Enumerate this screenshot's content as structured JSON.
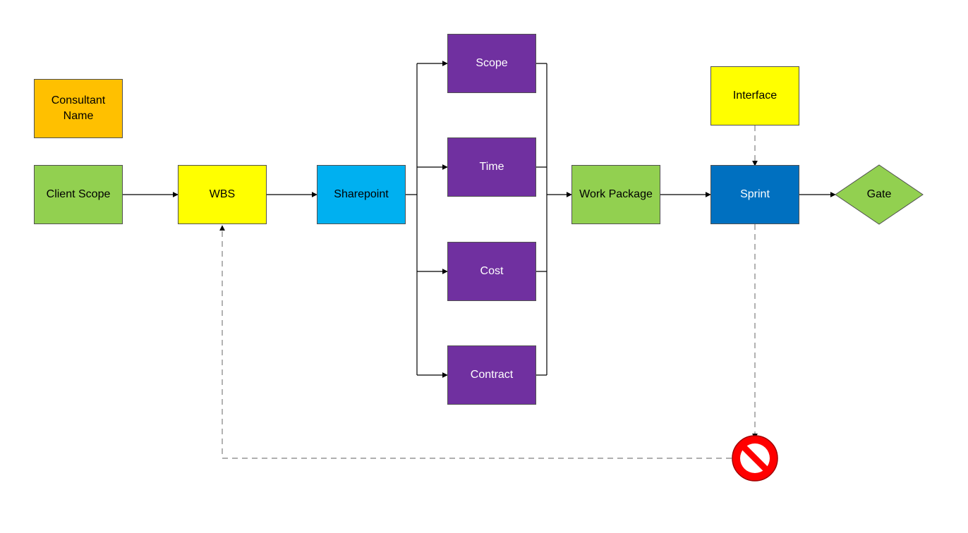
{
  "colors": {
    "orange": "#FFC000",
    "green": "#92D050",
    "yellow": "#FFFF00",
    "light_blue": "#00B0F0",
    "purple": "#7030A0",
    "blue": "#0070C0",
    "red": "#FF0000",
    "line": "#000000",
    "dashed_line": "#7F7F7F"
  },
  "nodes": {
    "consultant": {
      "label": "Consultant\nName"
    },
    "client_scope": {
      "label": "Client Scope"
    },
    "wbs": {
      "label": "WBS"
    },
    "sharepoint": {
      "label": "Sharepoint"
    },
    "scope": {
      "label": "Scope"
    },
    "time": {
      "label": "Time"
    },
    "cost": {
      "label": "Cost"
    },
    "contract": {
      "label": "Contract"
    },
    "work_package": {
      "label": "Work Package"
    },
    "interface": {
      "label": "Interface"
    },
    "sprint": {
      "label": "Sprint"
    },
    "gate": {
      "label": "Gate"
    }
  },
  "icons": {
    "blocked": "no-entry-icon"
  }
}
